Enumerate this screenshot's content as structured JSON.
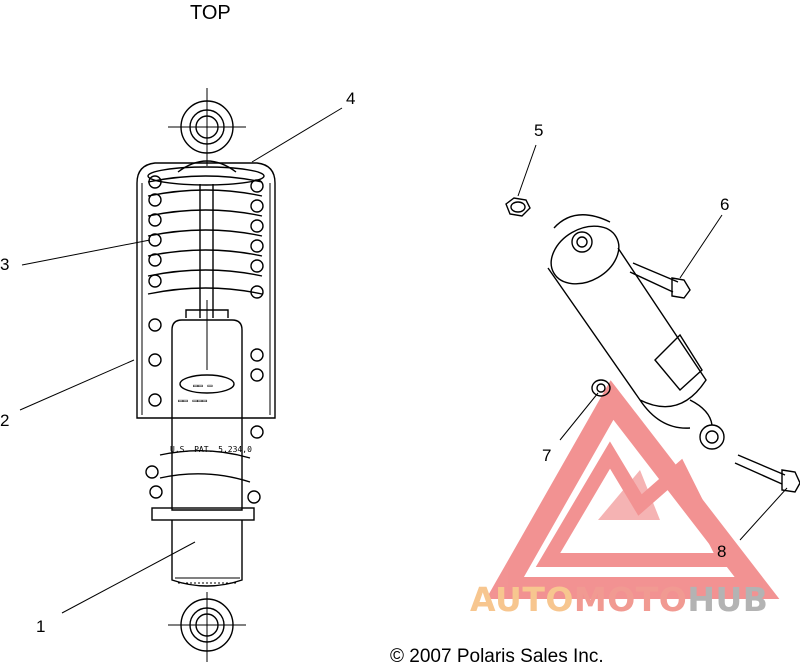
{
  "orientation_label": "TOP",
  "callouts": {
    "c1": "1",
    "c2": "2",
    "c3": "3",
    "c4": "4",
    "c5": "5",
    "c6": "6",
    "c7": "7",
    "c8": "8"
  },
  "body_stamp": "U.S. PAT. 5,234,0",
  "copyright": "© 2007 Polaris Sales Inc.",
  "watermark": {
    "part1": "AUTO",
    "part2": "MOTO",
    "part3": "HUB",
    "colors": {
      "auto": "#f7c68f",
      "moto": "#f19a92",
      "hub": "#b3b3b3",
      "logo": "#f08080"
    }
  }
}
